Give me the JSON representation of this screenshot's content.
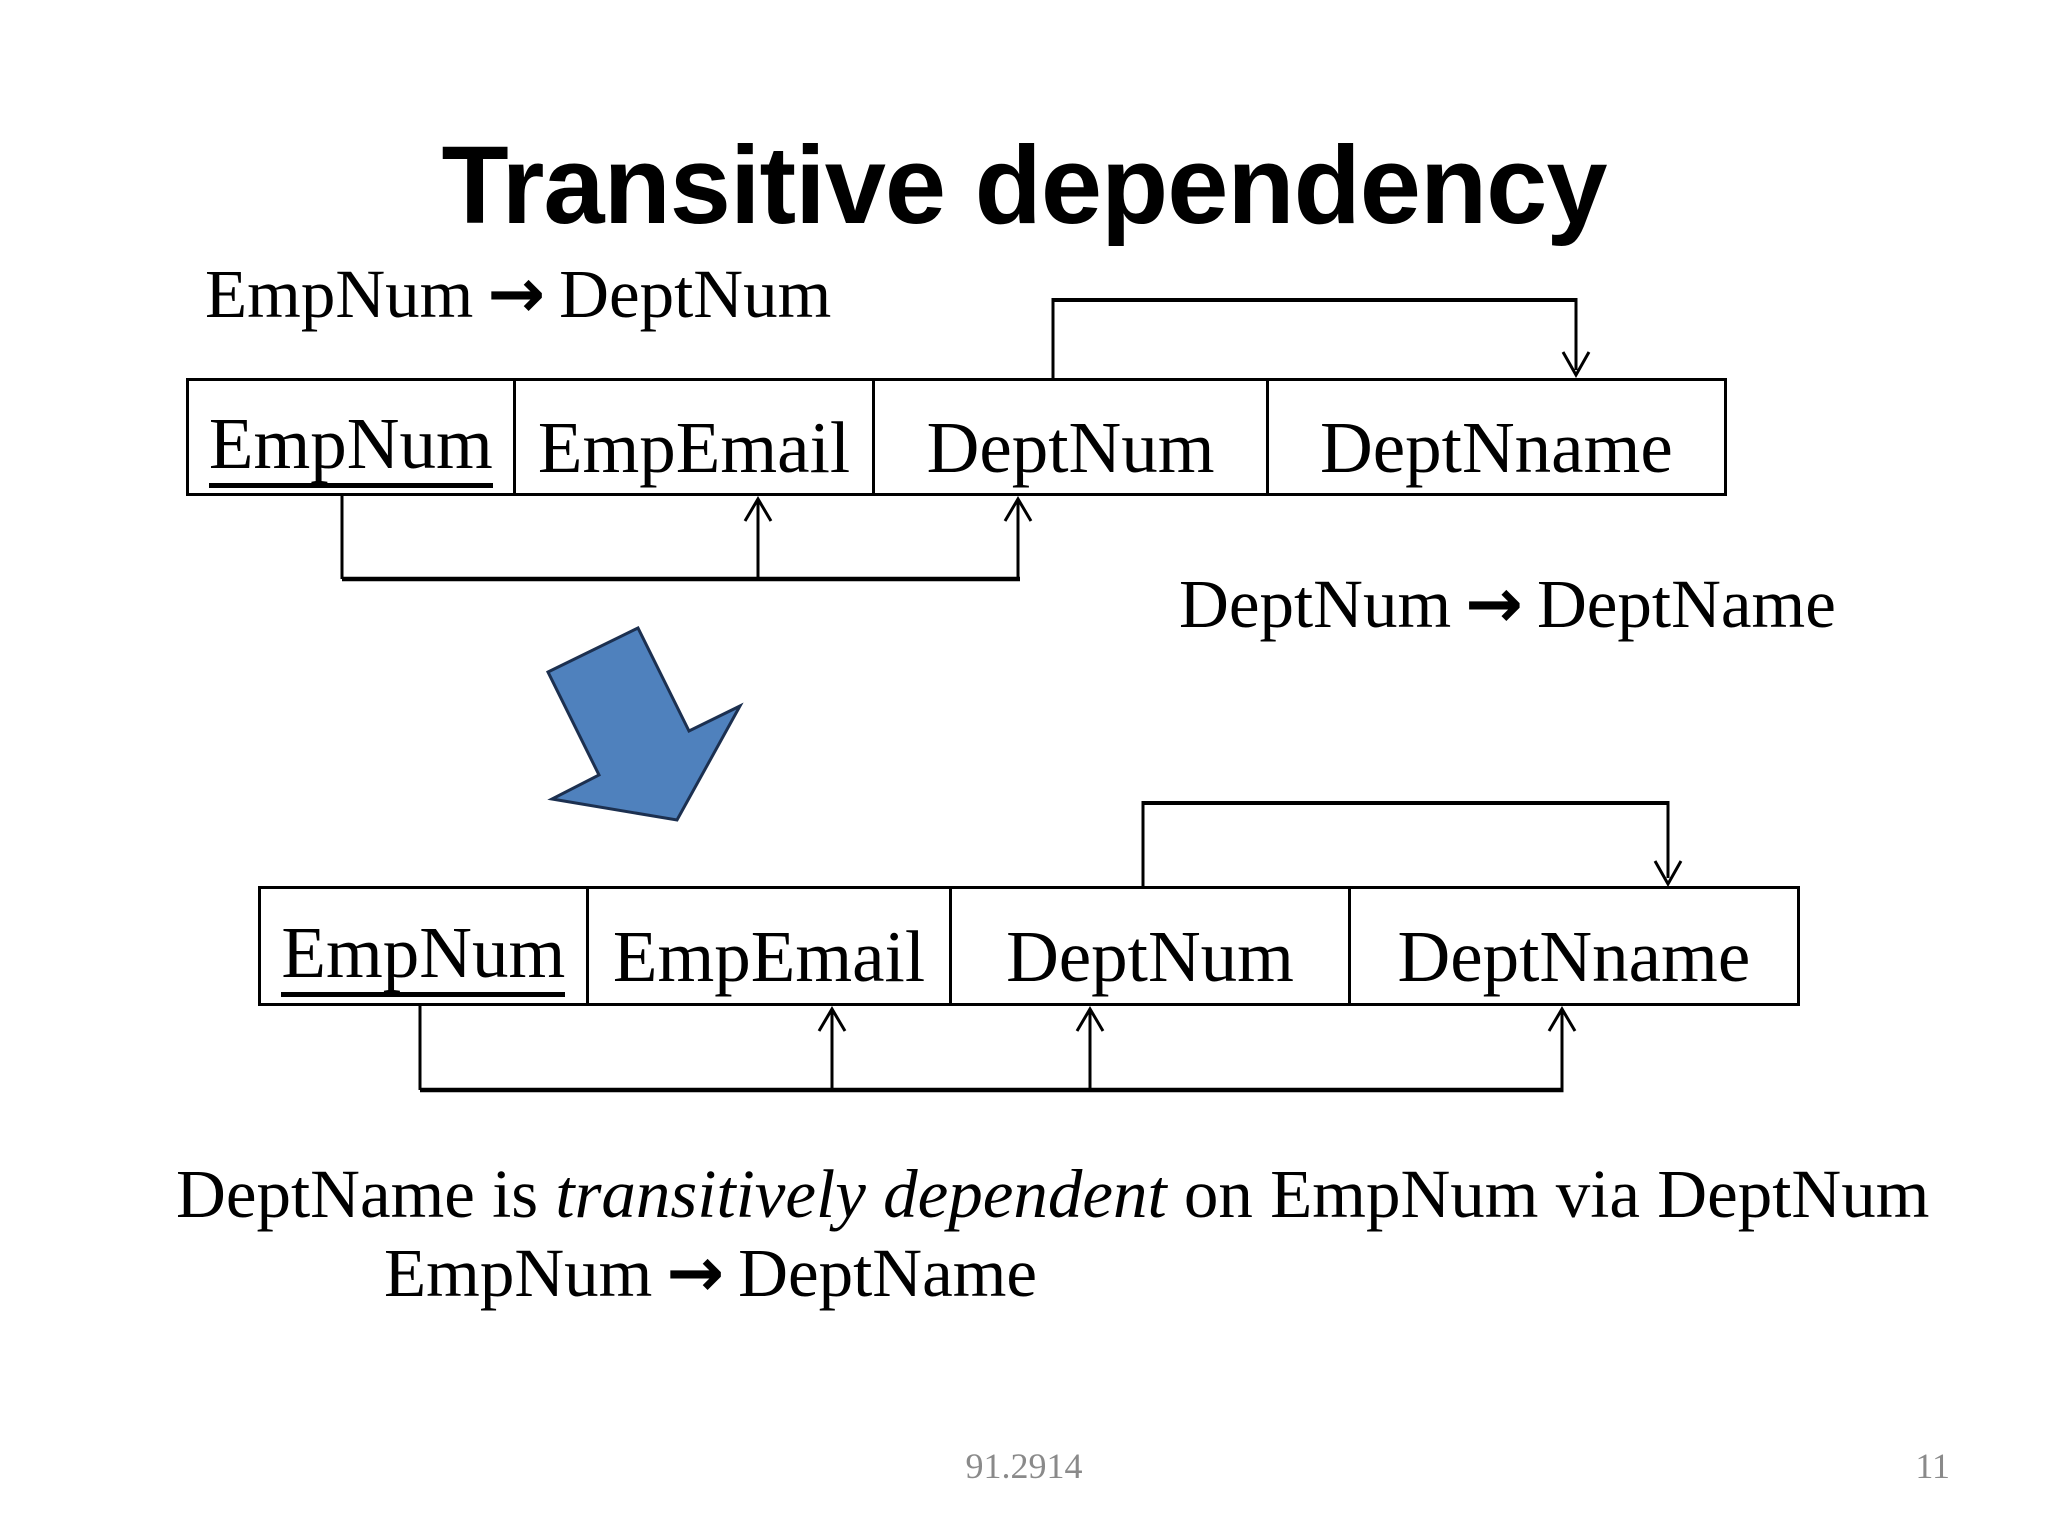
{
  "slide": {
    "title": "Transitive dependency",
    "footer": "91.2914",
    "page_number": "11",
    "background": "#ffffff"
  },
  "dependencies": {
    "top": {
      "lhs": "EmpNum",
      "arrow": "→",
      "rhs": "DeptNum"
    },
    "middle": {
      "lhs": "DeptNum",
      "arrow": "→",
      "rhs": "DeptName"
    },
    "conclusion": {
      "lhs": "EmpNum",
      "arrow": "→",
      "rhs": "DeptName"
    }
  },
  "tables": {
    "top": {
      "columns": [
        "EmpNum",
        "EmpEmail",
        "DeptNum",
        "DeptNname"
      ],
      "key_column": "EmpNum"
    },
    "bottom": {
      "columns": [
        "EmpNum",
        "EmpEmail",
        "DeptNum",
        "DeptNname"
      ],
      "key_column": "EmpNum"
    }
  },
  "caption": {
    "prefix": "DeptName is ",
    "emphasis": "transitively dependent",
    "suffix": " on EmpNum via DeptNum"
  },
  "colors": {
    "text": "#000000",
    "line": "#000000",
    "footer_text": "#8a8a8a",
    "block_arrow_fill": "#4f81bd",
    "block_arrow_stroke": "#1c3050"
  }
}
